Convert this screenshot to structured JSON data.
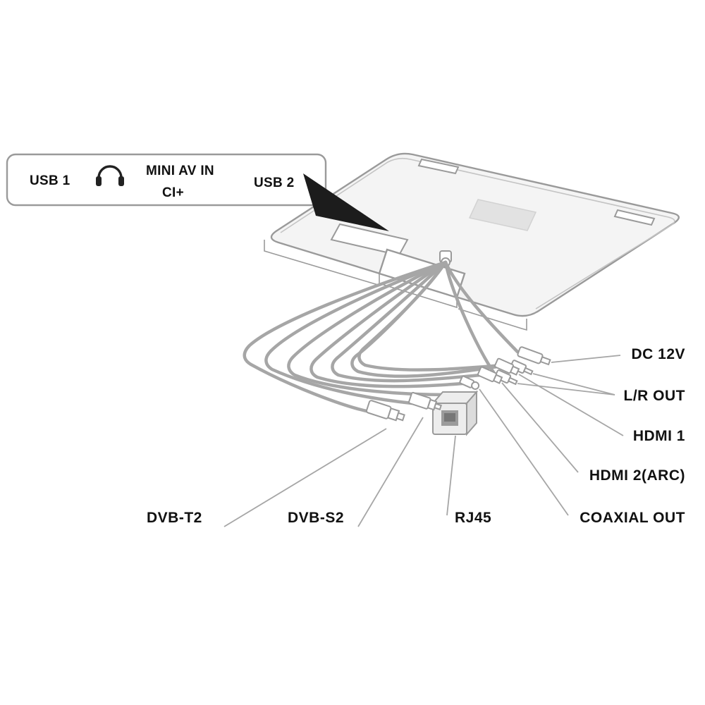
{
  "figure": {
    "type": "device-connection-diagram",
    "description": "TV/monitor rear panel with cable harness and port callouts"
  },
  "callout": {
    "usb1": "USB 1",
    "mini_av_in": "MINI AV IN",
    "ci_plus": "CI+",
    "usb2": "USB 2",
    "icon": "headphones-icon"
  },
  "ports": {
    "dc_12v": "DC 12V",
    "lr_out": "L/R OUT",
    "hdmi_1": "HDMI 1",
    "hdmi_2_arc": "HDMI 2(ARC)",
    "coaxial_out": "COAXIAL OUT",
    "rj45": "RJ45",
    "dvb_s2": "DVB-S2",
    "dvb_t2": "DVB-T2"
  },
  "colors": {
    "outline": "#9a9a9a",
    "cable": "#a6a6a6",
    "text": "#111111",
    "device_fill": "#f4f4f4",
    "panel_fill": "#e2e2e2",
    "arrow_fill": "#1c1c1c",
    "bg": "#ffffff"
  }
}
